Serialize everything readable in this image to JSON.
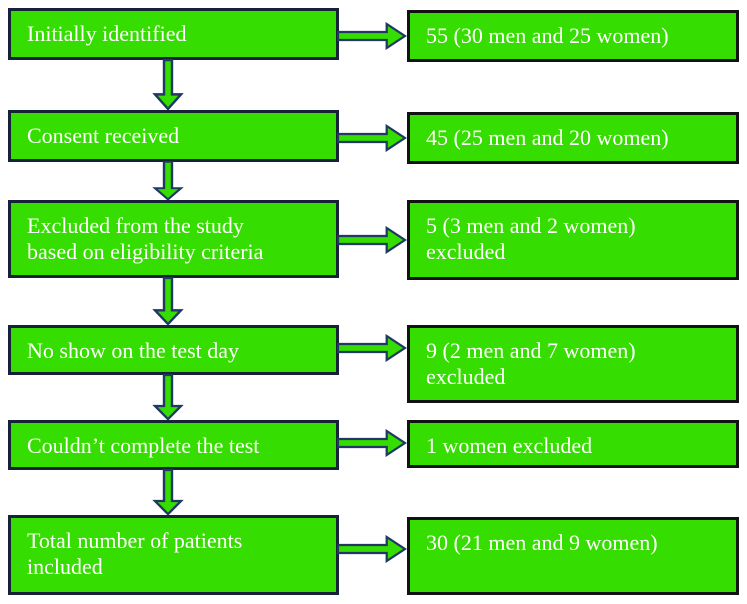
{
  "colors": {
    "box_fill": "#36dd00",
    "left_box_border": "#152238",
    "right_box_border": "#121212",
    "arrow_fill": "#36dd00",
    "arrow_outline": "#1f3864",
    "text_color": "#ffffff"
  },
  "rows": [
    {
      "left": "Initially identified",
      "right": "55 (30 men and 25 women)"
    },
    {
      "left": "Consent received",
      "right": "45 (25 men and 20 women)"
    },
    {
      "left": "Excluded from the study\nbased on eligibility criteria",
      "right": "5 (3 men and 2 women)\nexcluded"
    },
    {
      "left": "No show on the test day",
      "right": "9 (2 men and 7 women)\nexcluded"
    },
    {
      "left": "Couldn’t complete the test",
      "right": "1 women excluded"
    },
    {
      "left": "Total number of patients\nincluded",
      "right": "30 (21 men and 9 women)"
    }
  ]
}
